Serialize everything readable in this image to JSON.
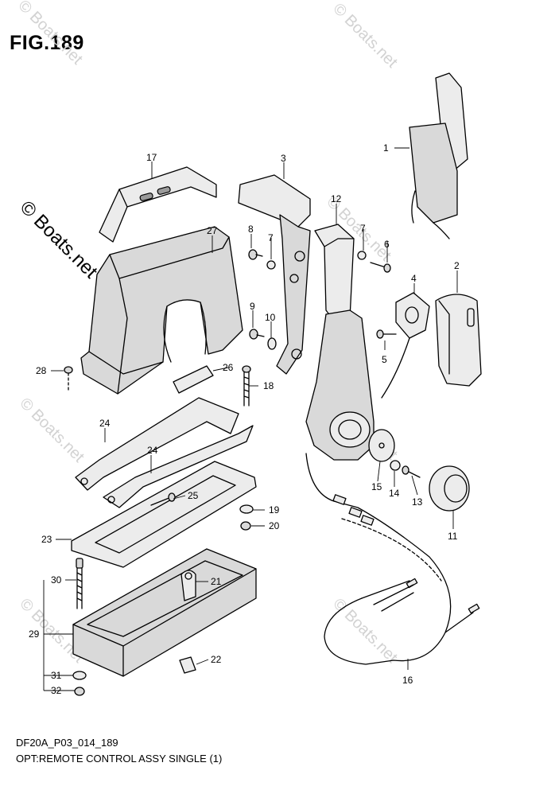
{
  "figure": {
    "title": "FIG.189",
    "code": "DF20A_P03_014_189",
    "caption": "OPT:REMOTE CONTROL ASSY SINGLE (1)"
  },
  "watermark": {
    "text": "© Boats.net",
    "faint_text": "© Boats.net",
    "color": "#d2d2d2"
  },
  "labels": [
    {
      "id": "1",
      "text": "1"
    },
    {
      "id": "2",
      "text": "2"
    },
    {
      "id": "3",
      "text": "3"
    },
    {
      "id": "4",
      "text": "4"
    },
    {
      "id": "5",
      "text": "5"
    },
    {
      "id": "6",
      "text": "6"
    },
    {
      "id": "7a",
      "text": "7"
    },
    {
      "id": "7b",
      "text": "7"
    },
    {
      "id": "8",
      "text": "8"
    },
    {
      "id": "9",
      "text": "9"
    },
    {
      "id": "10",
      "text": "10"
    },
    {
      "id": "11",
      "text": "11"
    },
    {
      "id": "12",
      "text": "12"
    },
    {
      "id": "13",
      "text": "13"
    },
    {
      "id": "14",
      "text": "14"
    },
    {
      "id": "15",
      "text": "15"
    },
    {
      "id": "16",
      "text": "16"
    },
    {
      "id": "17",
      "text": "17"
    },
    {
      "id": "18",
      "text": "18"
    },
    {
      "id": "19",
      "text": "19"
    },
    {
      "id": "20",
      "text": "20"
    },
    {
      "id": "21",
      "text": "21"
    },
    {
      "id": "22",
      "text": "22"
    },
    {
      "id": "23",
      "text": "23"
    },
    {
      "id": "24a",
      "text": "24"
    },
    {
      "id": "24b",
      "text": "24"
    },
    {
      "id": "25",
      "text": "25"
    },
    {
      "id": "26",
      "text": "26"
    },
    {
      "id": "27",
      "text": "27"
    },
    {
      "id": "28",
      "text": "28"
    },
    {
      "id": "29",
      "text": "29"
    },
    {
      "id": "30",
      "text": "30"
    },
    {
      "id": "31",
      "text": "31"
    },
    {
      "id": "32",
      "text": "32"
    }
  ]
}
